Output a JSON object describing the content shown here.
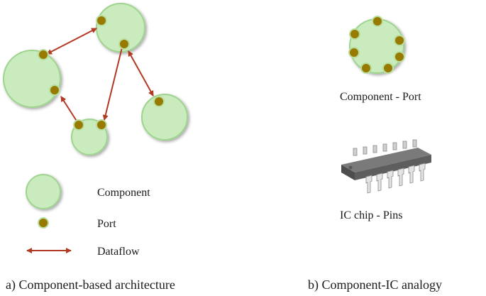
{
  "legend": {
    "component": "Component",
    "port": "Port",
    "dataflow": "Dataflow"
  },
  "right_panel": {
    "component_port_label": "Component - Port",
    "ic_chip_label": "IC chip - Pins"
  },
  "captions": {
    "left": "a) Component-based architecture",
    "right": "b) Component-IC analogy"
  },
  "colors": {
    "component_fill": "#c9ebbd",
    "component_stroke": "#9fd48f",
    "port_fill": "#997a00",
    "port_stroke": "#b9df9f",
    "arrow": "#b13a25",
    "chip_body": "#555555",
    "chip_top": "#7a7a7a",
    "pin": "#dedede"
  }
}
